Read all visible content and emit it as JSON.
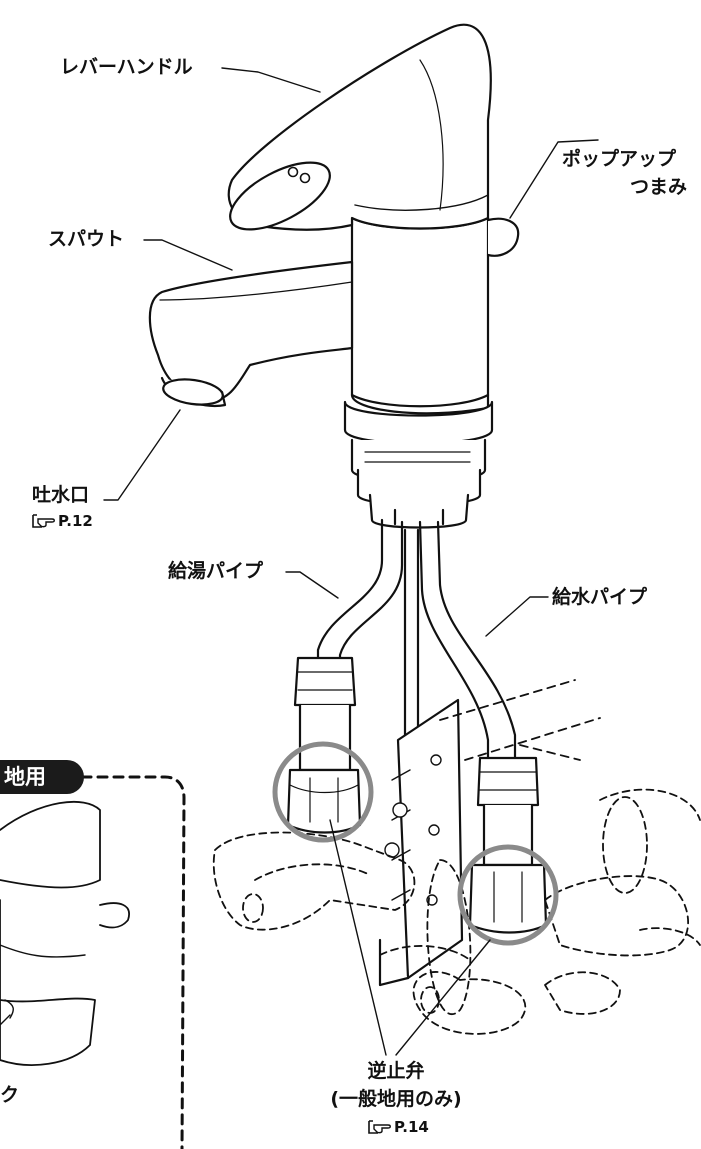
{
  "labels": {
    "lever_handle": "レバーハンドル",
    "popup_knob_line1": "ポップアップ",
    "popup_knob_line2": "つまみ",
    "spout": "スパウト",
    "outlet": "吐水口",
    "outlet_ref": "P.12",
    "hot_pipe": "給湯パイプ",
    "cold_pipe": "給水パイプ",
    "check_valve": "逆止弁",
    "check_valve_note": "(一般地用のみ)",
    "check_valve_ref": "P.14",
    "inset_badge": "地用",
    "inset_fragment": "ク"
  },
  "colors": {
    "line": "#111111",
    "highlight_circle": "#8a8a8a",
    "badge_bg": "#1b1b1b",
    "badge_text": "#ffffff"
  },
  "icons": {
    "reference": "pointing-hand-book-icon"
  }
}
